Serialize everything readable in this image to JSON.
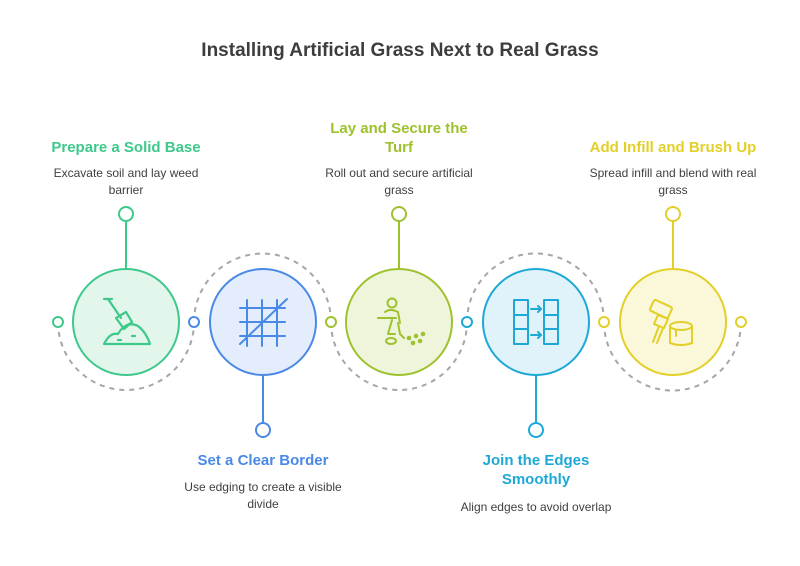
{
  "title": "Installing Artificial Grass Next to Real Grass",
  "colors": {
    "green": "#3ec88a",
    "blue": "#4a89e6",
    "lime": "#9dc22e",
    "cyan": "#1ea8d6",
    "yellow": "#e2cf28",
    "connector": "#a6a6a6"
  },
  "steps": [
    {
      "title": "Prepare a Solid Base",
      "description": "Excavate soil and lay weed barrier",
      "icon": "shovel-dirt-icon"
    },
    {
      "title": "Set a Clear Border",
      "description": "Use edging to create a visible divide",
      "icon": "grid-border-icon"
    },
    {
      "title": "Lay and Secure the Turf",
      "description": "Roll out and secure artificial grass",
      "icon": "worker-rolling-turf-icon"
    },
    {
      "title": "Join the Edges Smoothly",
      "description": "Align edges to avoid overlap",
      "icon": "joining-panels-icon"
    },
    {
      "title": "Add Infill and Brush Up",
      "description": "Spread infill and blend with real grass",
      "icon": "paint-brush-bucket-icon"
    }
  ]
}
